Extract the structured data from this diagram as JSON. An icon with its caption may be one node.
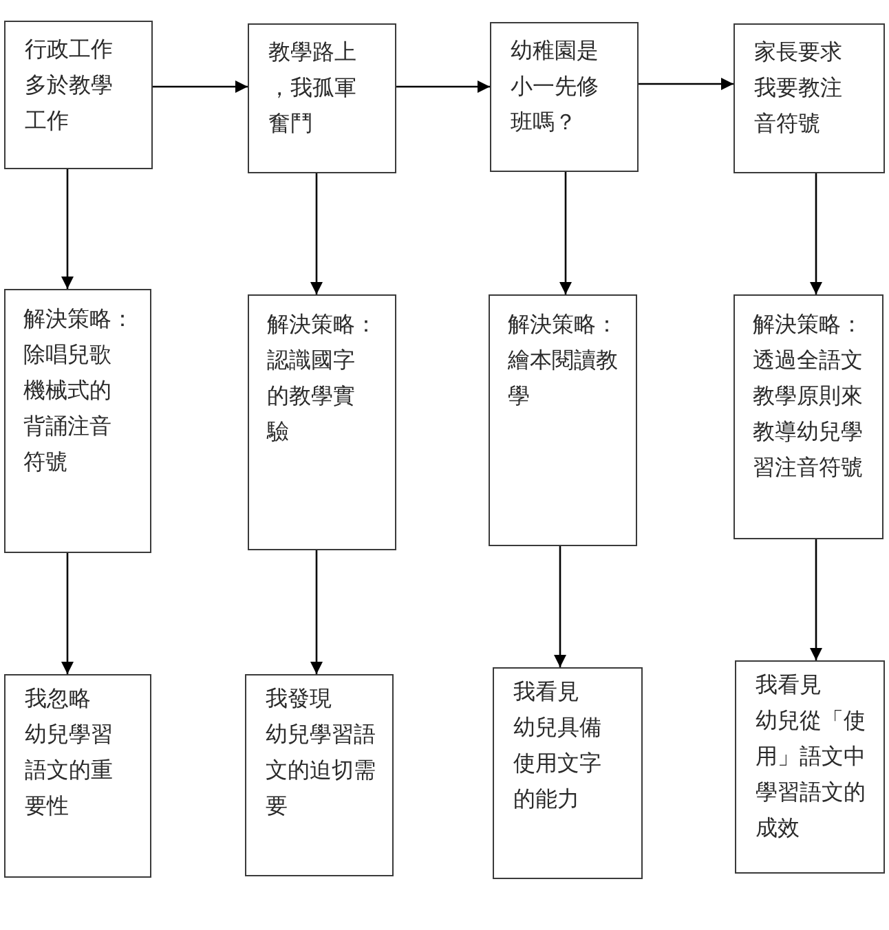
{
  "diagram": {
    "nodes": [
      {
        "text": [
          "行政工作多於教學工作"
        ]
      },
      {
        "text": [
          "教學路上，我孤軍奮鬥"
        ]
      },
      {
        "text": [
          "幼稚園是小一先修班嗎？"
        ]
      },
      {
        "text": [
          "家長要求我要教注音符號"
        ]
      },
      {
        "text": [
          "解決策略：",
          "除唱兒歌機械式的背誦注音符號"
        ]
      },
      {
        "text": [
          "解決策略：",
          "認識國字的教學實驗"
        ]
      },
      {
        "text": [
          "解決策略：",
          "繪本閱讀教學"
        ]
      },
      {
        "text": [
          "解決策略：",
          "透過全語文教學原則來教導幼兒學習注音符號"
        ]
      },
      {
        "text": [
          "我忽略",
          "幼兒學習語文的重要性"
        ]
      },
      {
        "text": [
          "我發現",
          "幼兒學習語文的迫切需要"
        ]
      },
      {
        "text": [
          "我看見",
          "幼兒具備使用文字的能力"
        ]
      },
      {
        "text": [
          "我看見",
          "幼兒從「使用」語文中學習語文的成效"
        ]
      }
    ],
    "edges": [
      {
        "from": 0,
        "to": 1,
        "arrow": "to"
      },
      {
        "from": 1,
        "to": 2,
        "arrow": "to"
      },
      {
        "from": 2,
        "to": 3,
        "arrow": "to"
      },
      {
        "from": 0,
        "to": 4,
        "arrow": "to"
      },
      {
        "from": 1,
        "to": 5,
        "arrow": "to"
      },
      {
        "from": 2,
        "to": 6,
        "arrow": "to"
      },
      {
        "from": 3,
        "to": 7,
        "arrow": "to"
      },
      {
        "from": 4,
        "to": 8,
        "arrow": "to"
      },
      {
        "from": 5,
        "to": 9,
        "arrow": "to"
      },
      {
        "from": 6,
        "to": 10,
        "arrow": "to"
      },
      {
        "from": 7,
        "to": 11,
        "arrow": "to"
      }
    ]
  }
}
